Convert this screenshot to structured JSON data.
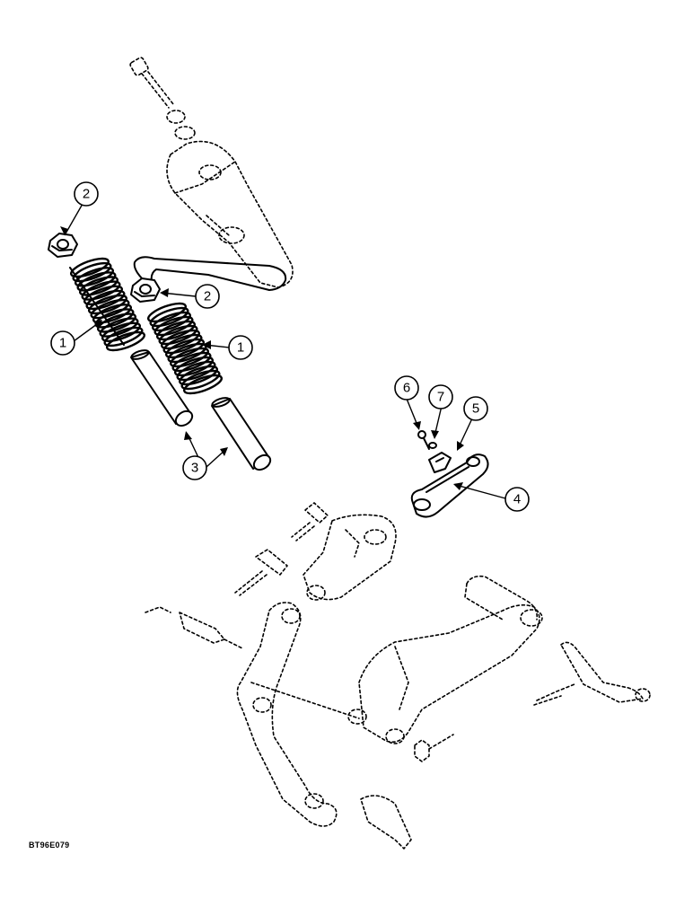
{
  "callouts": [
    {
      "id": "c1a",
      "label": "1"
    },
    {
      "id": "c1b",
      "label": "1"
    },
    {
      "id": "c2a",
      "label": "2"
    },
    {
      "id": "c2b",
      "label": "2"
    },
    {
      "id": "c3",
      "label": "3"
    },
    {
      "id": "c4",
      "label": "4"
    },
    {
      "id": "c5",
      "label": "5"
    },
    {
      "id": "c6",
      "label": "6"
    },
    {
      "id": "c7",
      "label": "7"
    }
  ],
  "reference_code": "BT96E079"
}
